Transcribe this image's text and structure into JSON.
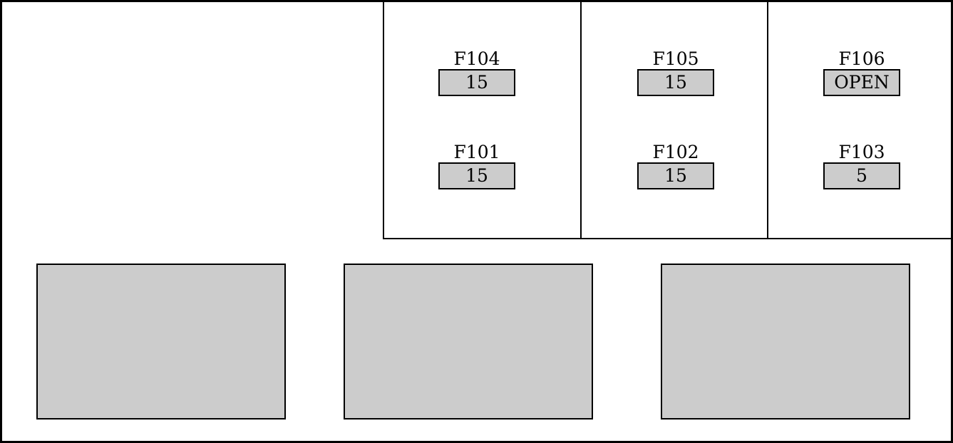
{
  "fuses": [
    {
      "id": "F104",
      "rating": "15"
    },
    {
      "id": "F105",
      "rating": "15"
    },
    {
      "id": "F106",
      "rating": "OPEN"
    },
    {
      "id": "F101",
      "rating": "15"
    },
    {
      "id": "F102",
      "rating": "15"
    },
    {
      "id": "F103",
      "rating": "5"
    }
  ],
  "colors": {
    "fill": "#cccccc",
    "line": "#000000",
    "background": "#ffffff"
  }
}
